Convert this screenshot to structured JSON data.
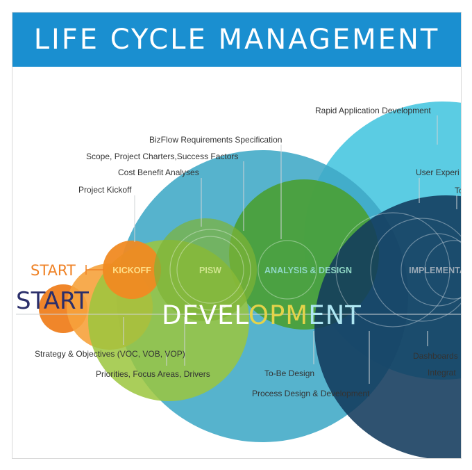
{
  "header": {
    "title": "LIFE CYCLE MANAGEMENT"
  },
  "diagram": {
    "start_small": "START",
    "start_large": "START",
    "development": [
      "DEVEL",
      "OPM",
      "ENT"
    ],
    "circle_labels": {
      "kickoff": "KICKOFF",
      "pisw": "PISW",
      "analysis_design": "ANALYSIS & DESIGN",
      "implementation": "IMPLEMENTA"
    },
    "annotations": {
      "rapid_app_dev": "Rapid Application Development",
      "bizflow_req": "BizFlow Requirements Specification",
      "scope": "Scope, Project Charters,Success Factors",
      "cost_benefit": "Cost Benefit Analyses",
      "project_kickoff": "Project Kickoff",
      "user_experience": "User Experi",
      "to_truncated": "To",
      "strategy": "Strategy & Objectives (VOC, VOB, VOP)",
      "priorities": "Priorities, Focus Areas, Drivers",
      "to_be_design": "To-Be Design",
      "process_design": "Process Design & Development",
      "dashboards": "Dashboards",
      "integration": "Integrat"
    },
    "colors": {
      "header": "#1a8fd0",
      "orange": "#f0862a",
      "light_orange": "#f6a23c",
      "lime": "#9bc53d",
      "green": "#4aa036",
      "teal": "#3fa8c6",
      "cyan": "#3ec3de",
      "navy": "#123a5c",
      "start_small": "#ef8226",
      "start_large": "#2b2f6b",
      "development_a": "#8fc73e",
      "development_b": "#e4b92a",
      "development_c": "#3fb0d6"
    }
  }
}
